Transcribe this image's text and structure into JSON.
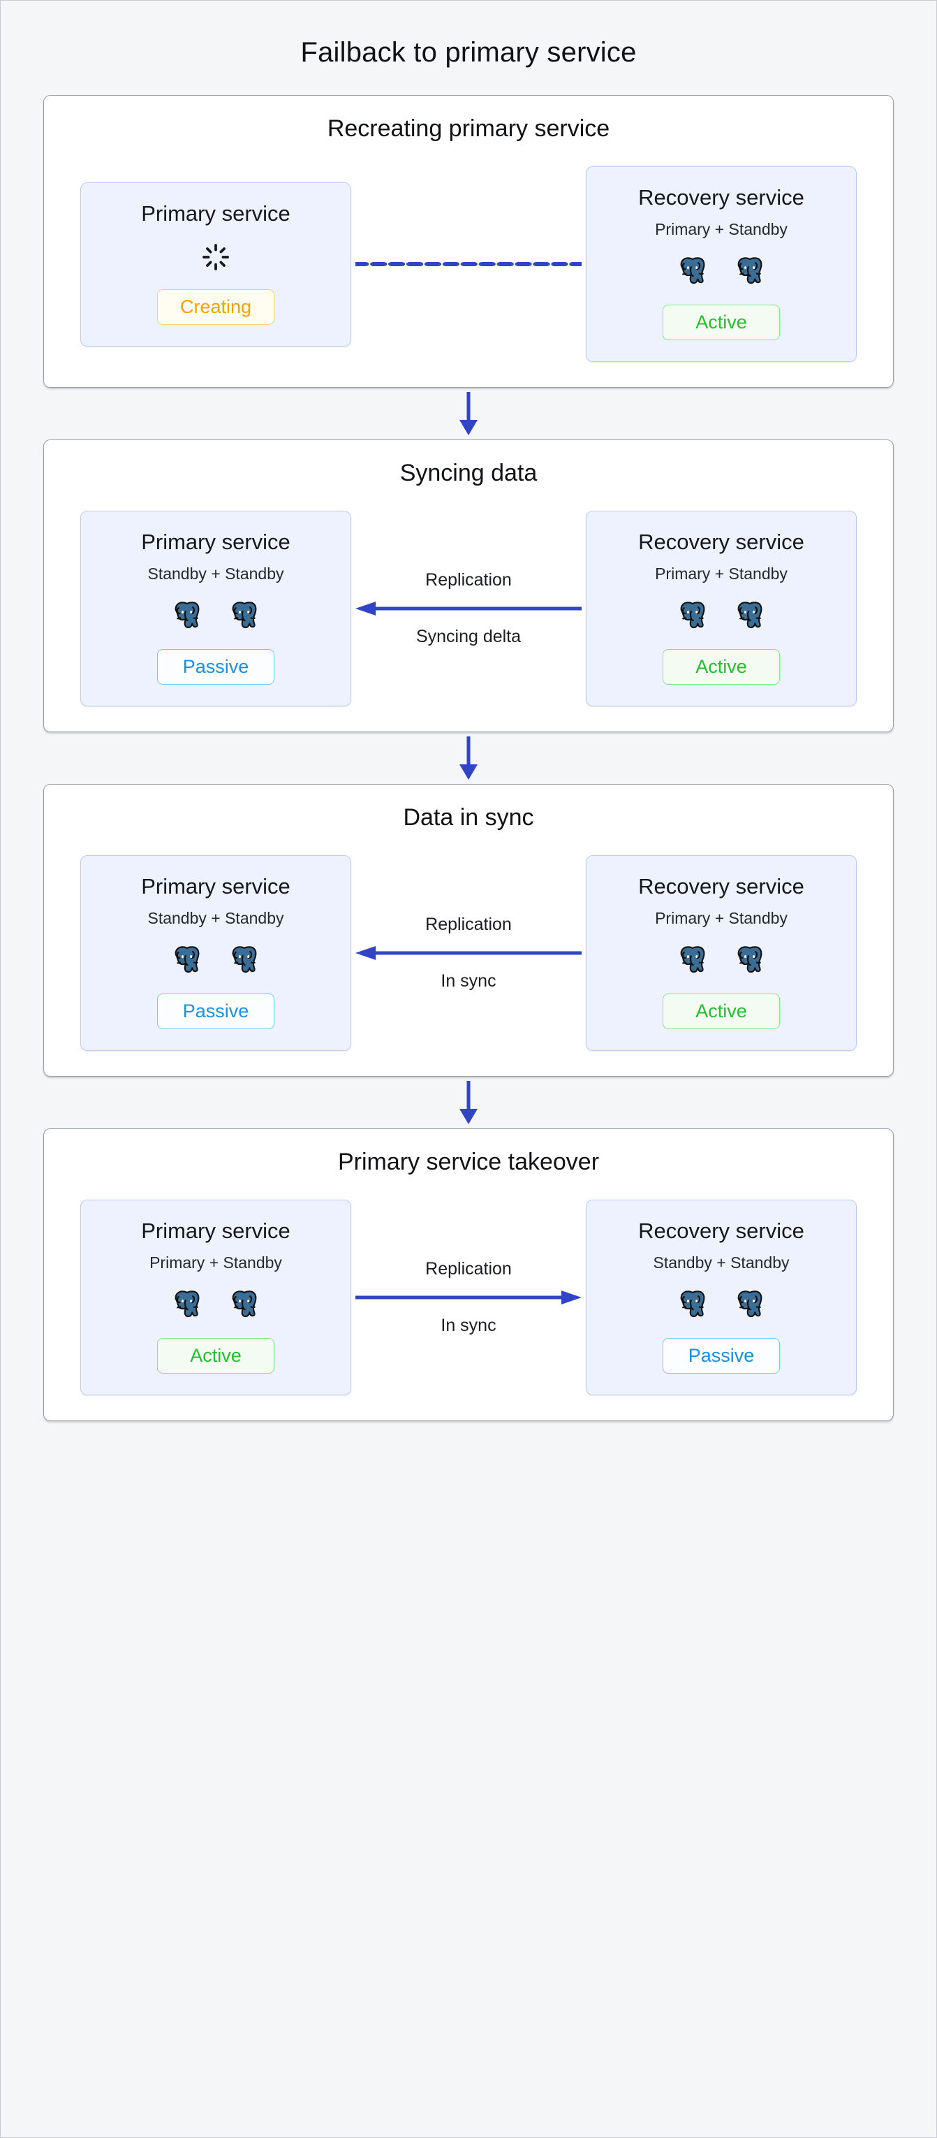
{
  "page": {
    "title": "Failback to primary service",
    "colors": {
      "background": "#f5f6f8",
      "panel": "#ffffff",
      "card_bg": "#eef2fe",
      "card_border": "#bdccf5",
      "arrow": "#3144c4",
      "active_green": "#22c12b",
      "passive_blue": "#1c8fdd",
      "creating_orange": "#f5a300"
    }
  },
  "stages": [
    {
      "title": "Recreating primary service",
      "left": {
        "name": "Primary service",
        "roles": null,
        "icon": "spinner-icon",
        "elephants": 0,
        "badge": {
          "label": "Creating",
          "kind": "creating"
        }
      },
      "connector": {
        "style": "dashed",
        "direction": "none",
        "label_top": "",
        "label_bottom": ""
      },
      "right": {
        "name": "Recovery service",
        "roles": "Primary + Standby",
        "icon": "postgres-elephant-icon",
        "elephants": 2,
        "badge": {
          "label": "Active",
          "kind": "active"
        }
      }
    },
    {
      "title": "Syncing data",
      "left": {
        "name": "Primary service",
        "roles": "Standby + Standby",
        "icon": "postgres-elephant-icon",
        "elephants": 2,
        "badge": {
          "label": "Passive",
          "kind": "passive"
        }
      },
      "connector": {
        "style": "solid",
        "direction": "left",
        "label_top": "Replication",
        "label_bottom": "Syncing delta"
      },
      "right": {
        "name": "Recovery service",
        "roles": "Primary + Standby",
        "icon": "postgres-elephant-icon",
        "elephants": 2,
        "badge": {
          "label": "Active",
          "kind": "active"
        }
      }
    },
    {
      "title": "Data in sync",
      "left": {
        "name": "Primary service",
        "roles": "Standby + Standby",
        "icon": "postgres-elephant-icon",
        "elephants": 2,
        "badge": {
          "label": "Passive",
          "kind": "passive"
        }
      },
      "connector": {
        "style": "solid",
        "direction": "left",
        "label_top": "Replication",
        "label_bottom": "In sync"
      },
      "right": {
        "name": "Recovery service",
        "roles": "Primary + Standby",
        "icon": "postgres-elephant-icon",
        "elephants": 2,
        "badge": {
          "label": "Active",
          "kind": "active"
        }
      }
    },
    {
      "title": "Primary service takeover",
      "left": {
        "name": "Primary service",
        "roles": "Primary + Standby",
        "icon": "postgres-elephant-icon",
        "elephants": 2,
        "badge": {
          "label": "Active",
          "kind": "active"
        }
      },
      "connector": {
        "style": "solid",
        "direction": "right",
        "label_top": "Replication",
        "label_bottom": "In sync"
      },
      "right": {
        "name": "Recovery service",
        "roles": "Standby + Standby",
        "icon": "postgres-elephant-icon",
        "elephants": 2,
        "badge": {
          "label": "Passive",
          "kind": "passive"
        }
      }
    }
  ],
  "stage_separators": [
    {
      "icon": "arrow-down-icon"
    },
    {
      "icon": "arrow-down-icon"
    },
    {
      "icon": "arrow-down-icon"
    }
  ]
}
